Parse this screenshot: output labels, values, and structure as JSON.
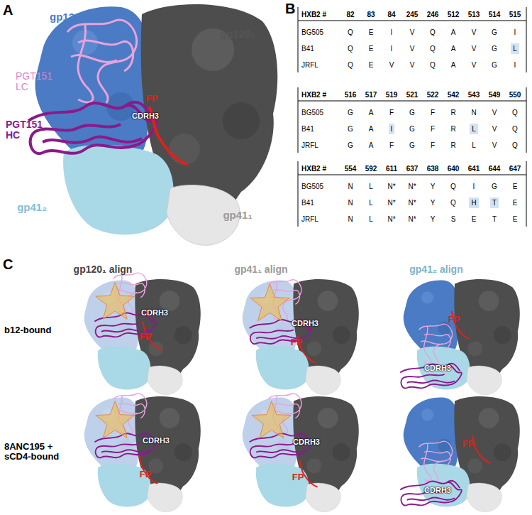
{
  "diagram": {
    "labels": [
      "A",
      "gp120₂",
      "gp120₁",
      "PGT151 LC",
      "PGT151 HC",
      "FP",
      "CDRH3",
      "gp41₂",
      "gp41₁",
      "B",
      "HXB2 #",
      "82",
      "83",
      "84",
      "245",
      "246",
      "512",
      "513",
      "514",
      "515",
      "BG505",
      "Q",
      "E",
      "I",
      "V",
      "Q",
      "A",
      "V",
      "G",
      "I",
      "B41",
      "Q",
      "E",
      "I",
      "V",
      "Q",
      "A",
      "V",
      "G",
      "L",
      "JRFL",
      "Q",
      "E",
      "V",
      "V",
      "Q",
      "A",
      "V",
      "G",
      "I",
      "HXB2 #",
      "516",
      "517",
      "519",
      "521",
      "522",
      "542",
      "543",
      "549",
      "550",
      "BG505",
      "G",
      "A",
      "F",
      "G",
      "F",
      "R",
      "N",
      "V",
      "Q",
      "B41",
      "G",
      "A",
      "I",
      "G",
      "F",
      "R",
      "L",
      "V",
      "Q",
      "JRFL",
      "G",
      "A",
      "F",
      "G",
      "F",
      "R",
      "L",
      "V",
      "Q",
      "HXB2 #",
      "554",
      "592",
      "611",
      "637",
      "638",
      "640",
      "641",
      "644",
      "647",
      "BG505",
      "N",
      "L",
      "N*",
      "N*",
      "Y",
      "Q",
      "I",
      "G",
      "E",
      "B41",
      "N",
      "L",
      "N*",
      "N*",
      "Y",
      "Q",
      "H",
      "T",
      "E",
      "JRFL",
      "N",
      "L",
      "N*",
      "N*",
      "Y",
      "S",
      "E",
      "T",
      "E",
      "C",
      "gp120₁ align",
      "gp41₁ align",
      "gp41₂ align",
      "b12-bound",
      "8ANC195 + sCD4-bound",
      "CDRH3",
      "FP",
      "CDRH3",
      "FP",
      "CDRH3",
      "FP",
      "CDRH3",
      "FP",
      "CDRH3",
      "FP",
      "CDRH3",
      "FP"
    ]
  }
}
